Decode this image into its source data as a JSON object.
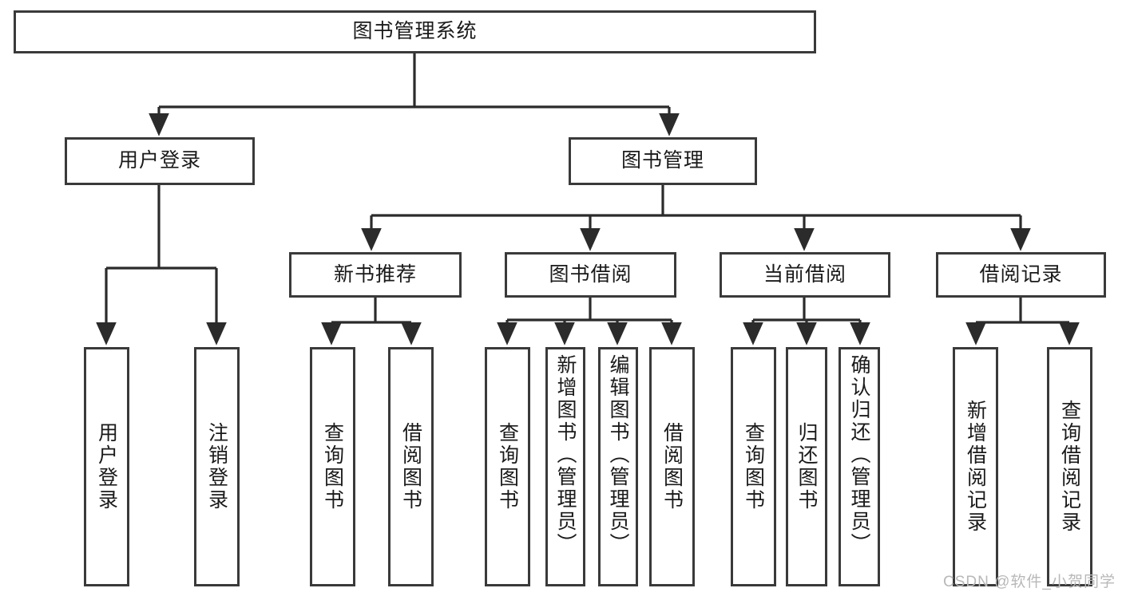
{
  "diagram": {
    "type": "tree",
    "title": "图书管理系统",
    "root": {
      "label": "图书管理系统"
    },
    "level2": [
      {
        "label": "用户登录"
      },
      {
        "label": "图书管理"
      }
    ],
    "level3": [
      {
        "label": "新书推荐"
      },
      {
        "label": "图书借阅"
      },
      {
        "label": "当前借阅"
      },
      {
        "label": "借阅记录"
      }
    ],
    "leaves": {
      "user_login": [
        {
          "label": "用户登录"
        },
        {
          "label": "注销登录"
        }
      ],
      "new_book_recommend": [
        {
          "label": "查询图书"
        },
        {
          "label": "借阅图书"
        }
      ],
      "book_borrow": [
        {
          "label": "查询图书"
        },
        {
          "label": "新增图书（管理员）"
        },
        {
          "label": "编辑图书（管理员）"
        },
        {
          "label": "借阅图书"
        }
      ],
      "current_borrow": [
        {
          "label": "查询图书"
        },
        {
          "label": "归还图书"
        },
        {
          "label": "确认归还（管理员）"
        }
      ],
      "borrow_record": [
        {
          "label": "新增借阅记录"
        },
        {
          "label": "查询借阅记录"
        }
      ]
    }
  },
  "watermark": {
    "text": "CSDN @软件_小贺同学"
  },
  "colors": {
    "stroke": "#3a3a3a",
    "background": "#ffffff",
    "text": "#1a1a1a",
    "watermark": "#b8b8b8"
  }
}
